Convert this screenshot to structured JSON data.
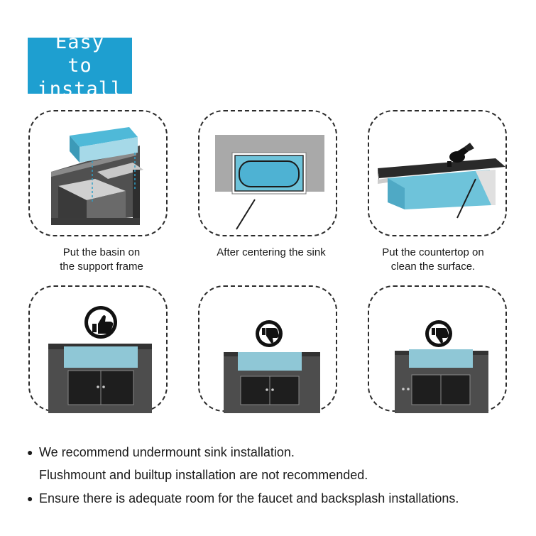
{
  "title": "Easy to install",
  "steps": [
    {
      "caption_line1": "Put the basin on",
      "caption_line2": "the support frame"
    },
    {
      "caption_line1": "After centering the sink",
      "caption_line2": ""
    },
    {
      "caption_line1": "Put the countertop on",
      "caption_line2": "clean the surface."
    }
  ],
  "comparisons": [
    {
      "verdict": "thumbs-up-icon",
      "mount": "undermount"
    },
    {
      "verdict": "thumbs-down-icon",
      "mount": "flushmount"
    },
    {
      "verdict": "thumbs-down-icon",
      "mount": "builtup"
    }
  ],
  "notes": {
    "line1": "We recommend undermount sink installation.",
    "line2": "Flushmount and builtup installation are not recommended.",
    "line3": "Ensure there is adequate room for the faucet and backsplash installations."
  },
  "colors": {
    "accent": "#1e9fd0",
    "basin": "#6ec3da",
    "basin_light": "#8fc7d6",
    "cabinet_dark": "#4d4d4d",
    "door": "#1e1e1e"
  }
}
